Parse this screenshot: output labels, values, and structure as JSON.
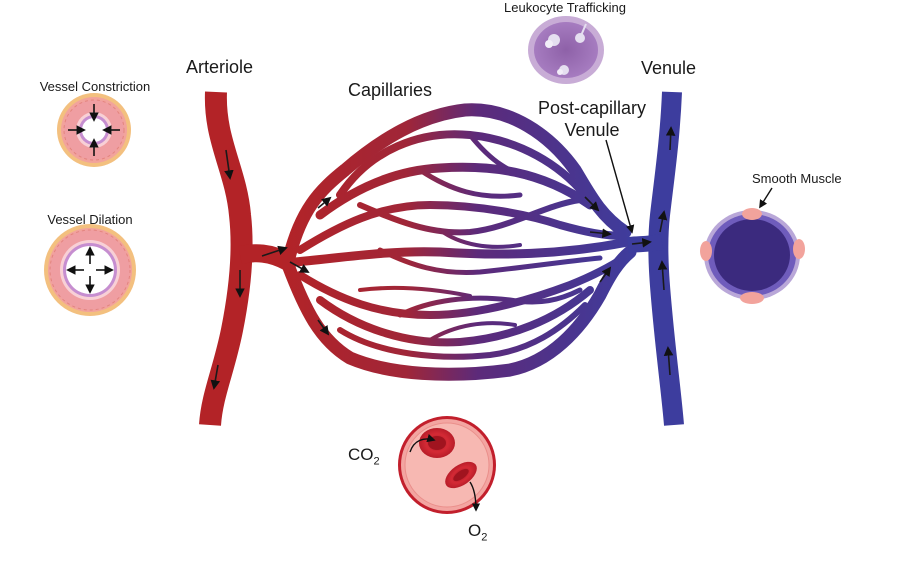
{
  "labels": {
    "arteriole": "Arteriole",
    "capillaries": "Capillaries",
    "venule": "Venule",
    "post_capillary_line1": "Post-capillary",
    "post_capillary_line2": "Venule",
    "leukocyte": "Leukocyte Trafficking",
    "smooth_muscle": "Smooth Muscle",
    "vessel_constriction": "Vessel Constriction",
    "vessel_dilation": "Vessel Dilation",
    "co2": "CO",
    "co2_sub": "2",
    "o2": "O",
    "o2_sub": "2"
  },
  "colors": {
    "artery_red": "#b32327",
    "vein_blue": "#3d3d9e",
    "mid_purple": "#5a2a78",
    "cell_pink": "#f3a5a1",
    "wall_peach": "#f6b98a"
  }
}
